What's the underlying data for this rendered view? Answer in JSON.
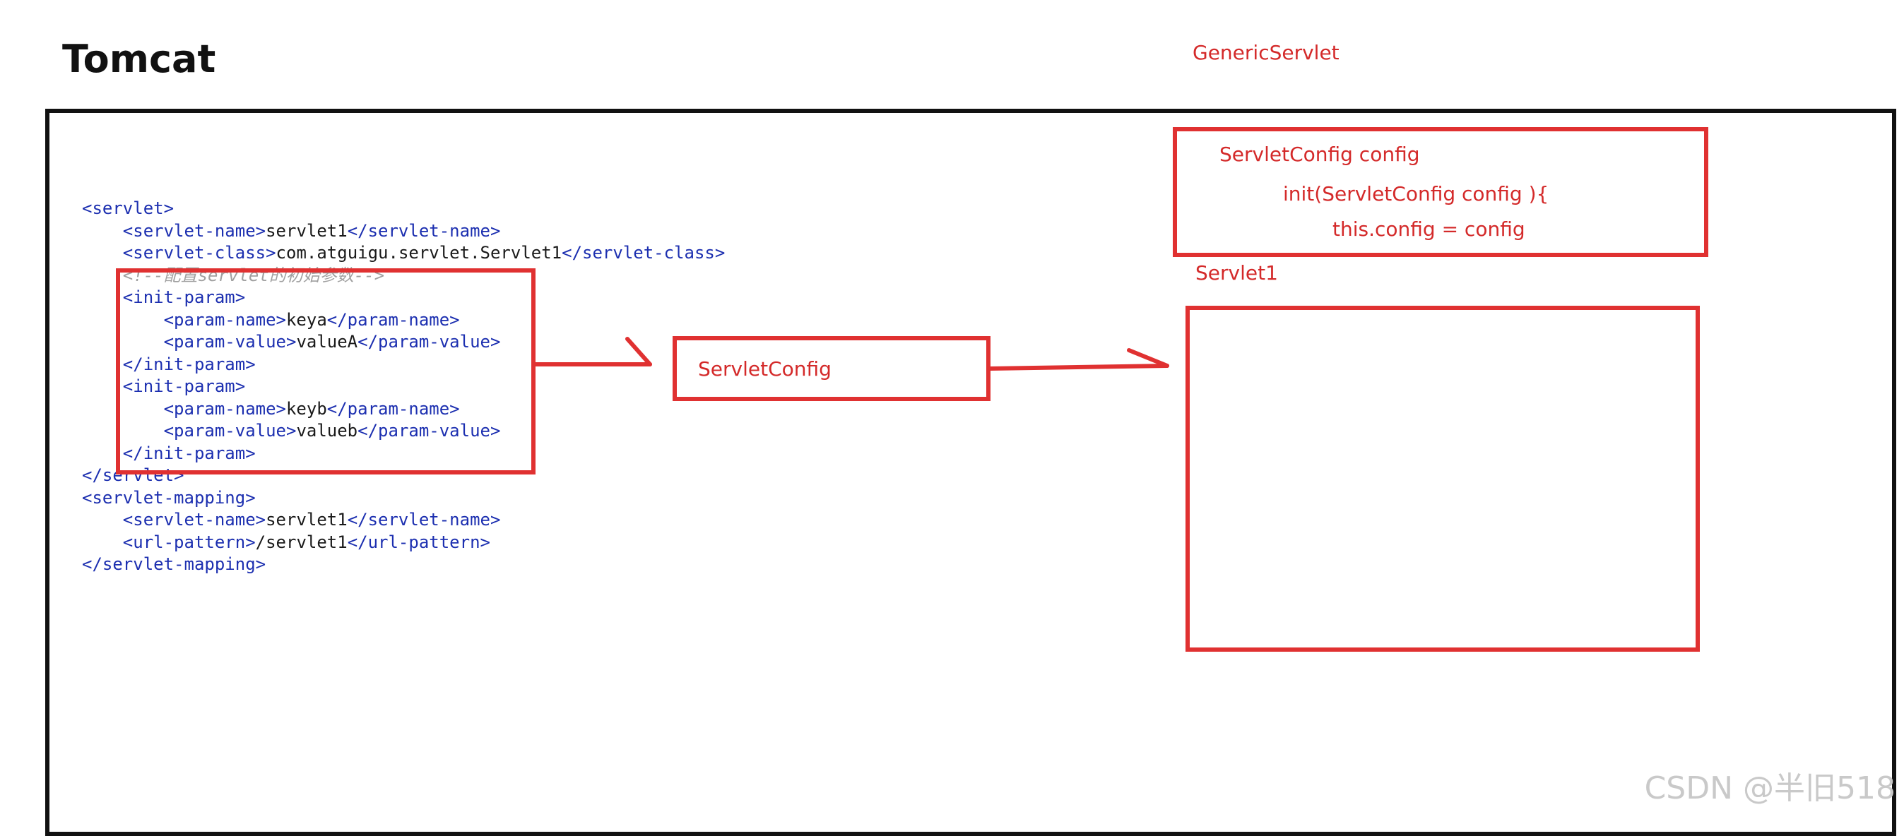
{
  "title": "Tomcat",
  "generic_servlet_label": "GenericServlet",
  "servlet_config_box_label": "ServletConfig",
  "servlet1_label": "Servlet1",
  "config_box": {
    "line1": "ServletConfig config",
    "line2": "init(ServletConfig config ){",
    "line3": "this.config = config"
  },
  "code_lines": [
    [
      "",
      "<servlet>",
      "",
      "",
      ""
    ],
    [
      "    ",
      "<servlet-name>",
      "servlet1",
      "</servlet-name>",
      ""
    ],
    [
      "    ",
      "<servlet-class>",
      "com.atguigu.servlet.Servlet1",
      "</servlet-class>",
      ""
    ],
    [
      "    ",
      "",
      "",
      "",
      "<!--配置servlet的初始参数-->"
    ],
    [
      "    ",
      "<init-param>",
      "",
      "",
      ""
    ],
    [
      "        ",
      "<param-name>",
      "keya",
      "</param-name>",
      ""
    ],
    [
      "        ",
      "<param-value>",
      "valueA",
      "</param-value>",
      ""
    ],
    [
      "    ",
      "</init-param>",
      "",
      "",
      ""
    ],
    [
      "    ",
      "<init-param>",
      "",
      "",
      ""
    ],
    [
      "        ",
      "<param-name>",
      "keyb",
      "</param-name>",
      ""
    ],
    [
      "        ",
      "<param-value>",
      "valueb",
      "</param-value>",
      ""
    ],
    [
      "    ",
      "</init-param>",
      "",
      "",
      ""
    ],
    [
      "",
      "</servlet>",
      "",
      "",
      ""
    ],
    [
      "",
      "<servlet-mapping>",
      "",
      "",
      ""
    ],
    [
      "    ",
      "<servlet-name>",
      "servlet1",
      "</servlet-name>",
      ""
    ],
    [
      "    ",
      "<url-pattern>",
      "/servlet1",
      "</url-pattern>",
      ""
    ],
    [
      "",
      "</servlet-mapping>",
      "",
      "",
      ""
    ]
  ],
  "watermark": "CSDN @半旧518",
  "colors": {
    "accent_red": "#e03131",
    "tag_blue": "#1c2fb0",
    "frame": "#111111"
  }
}
